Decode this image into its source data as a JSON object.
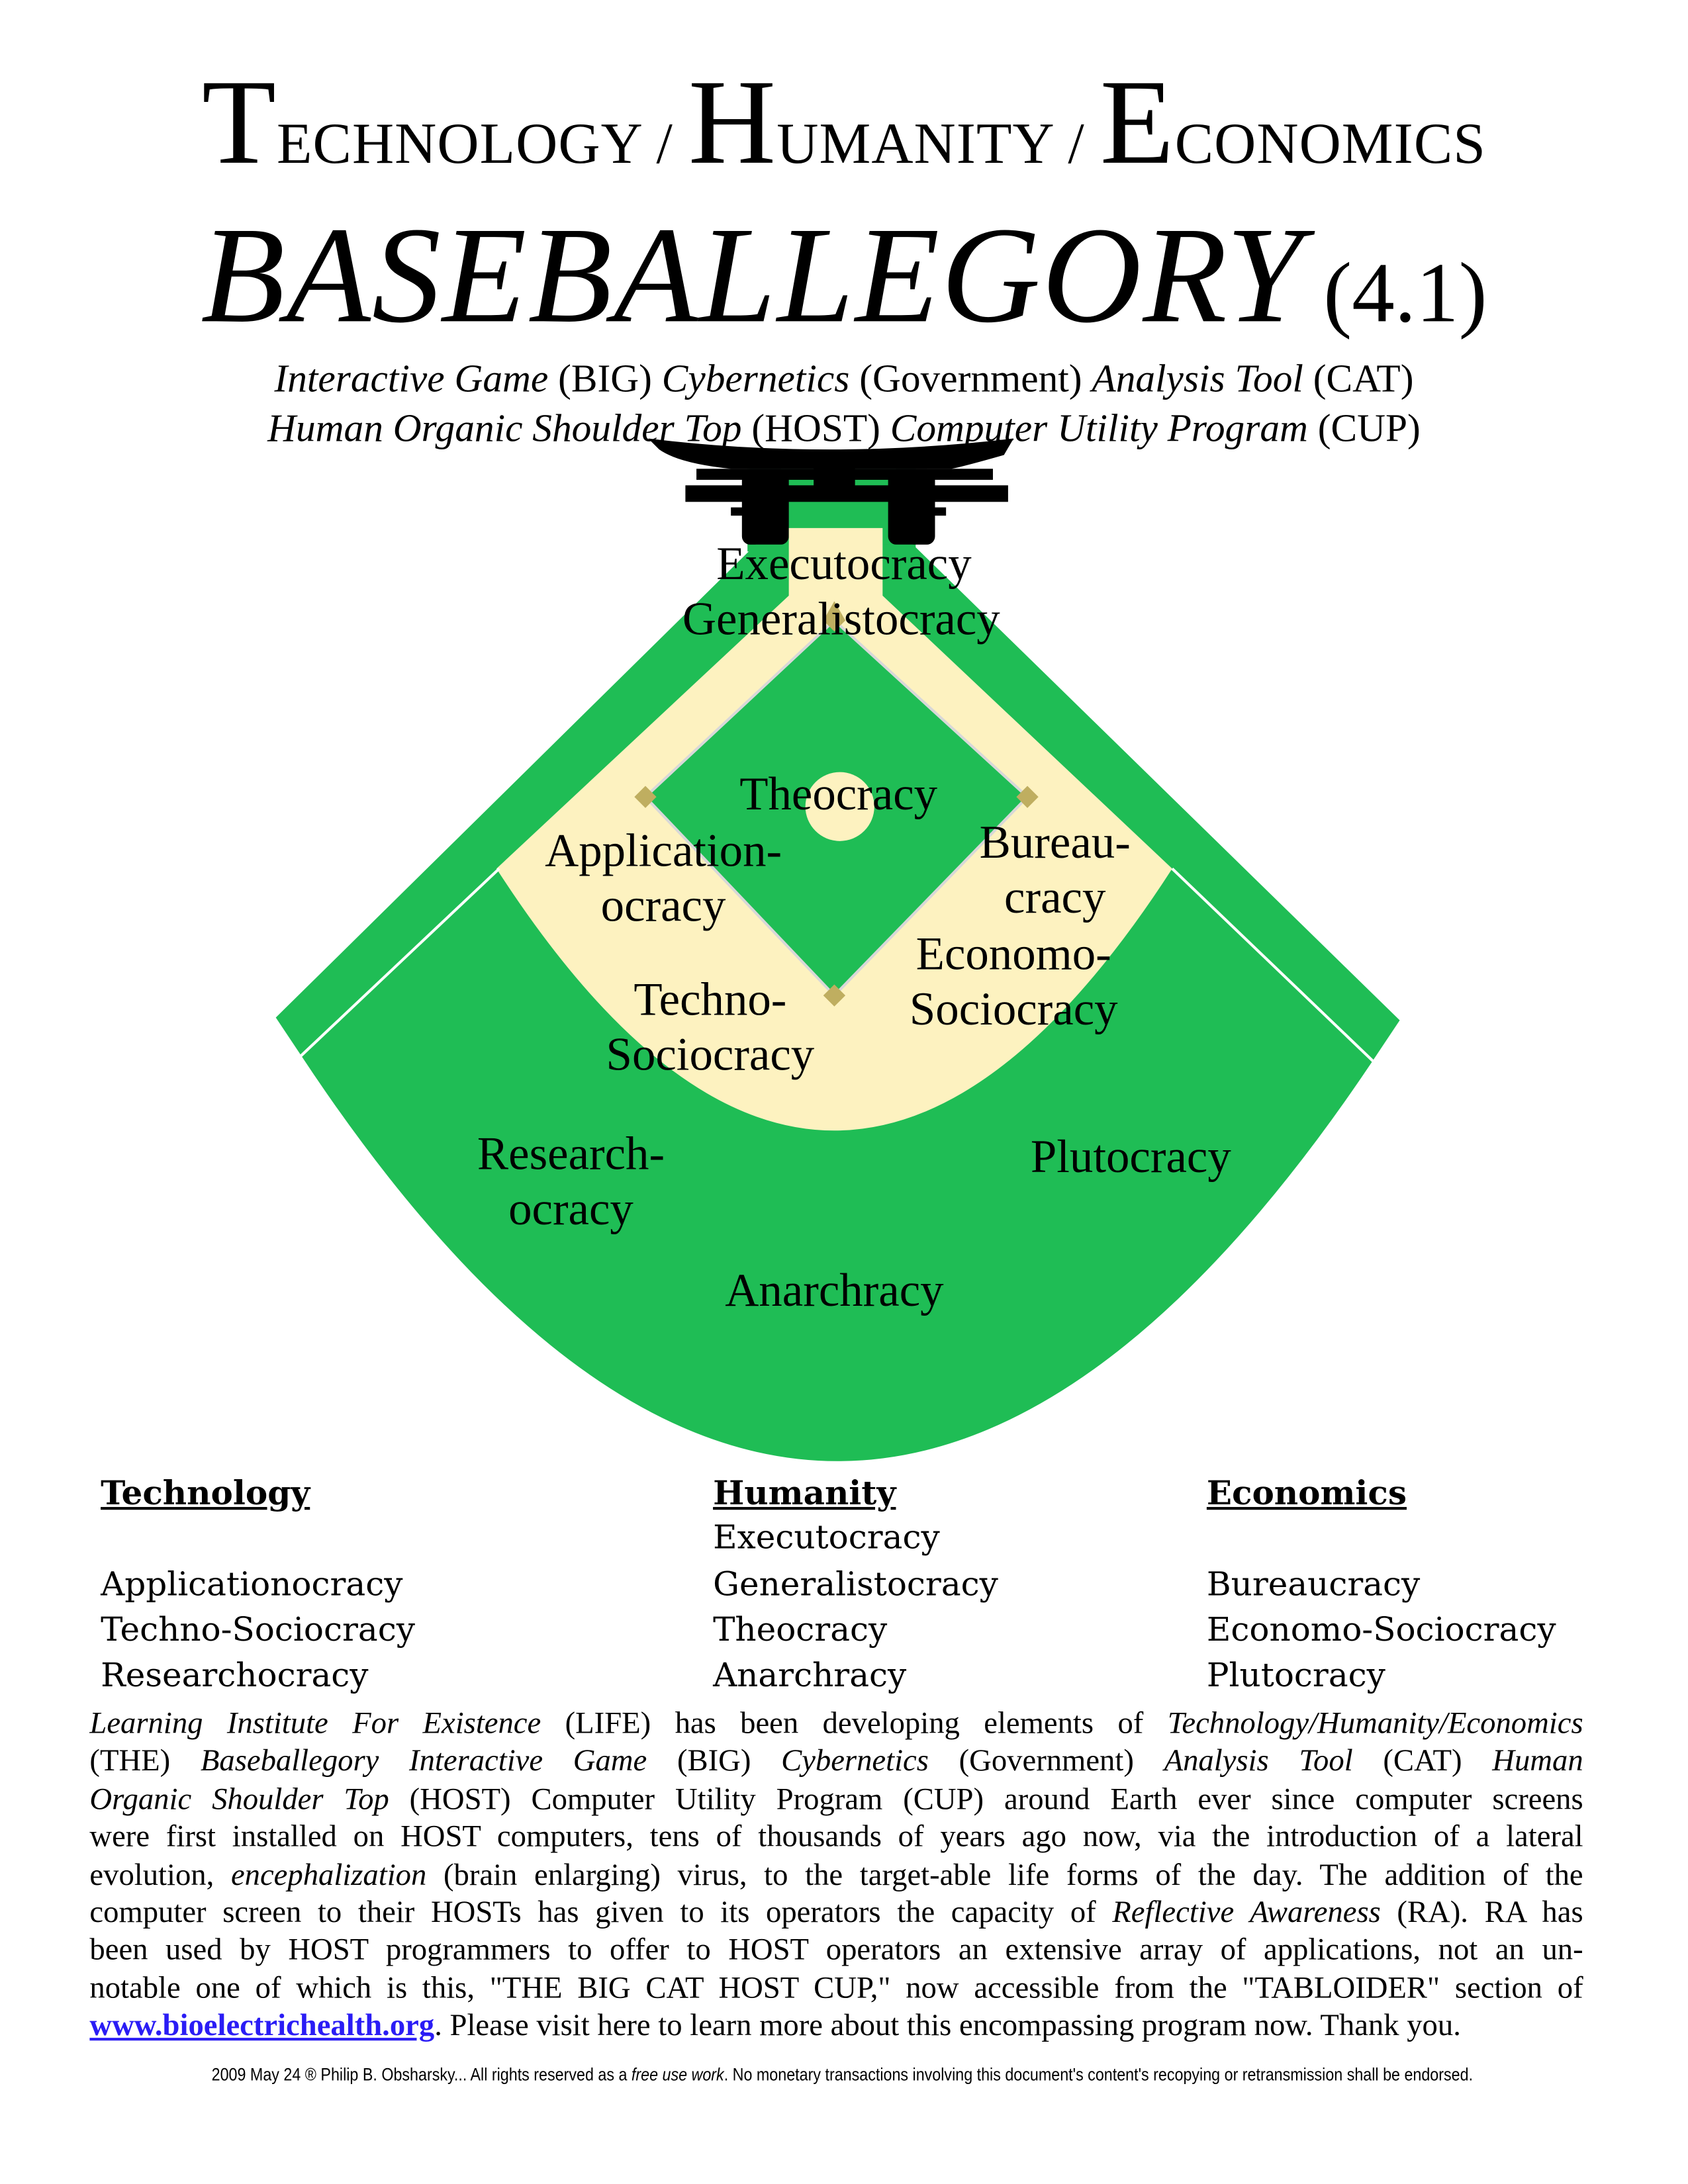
{
  "title": {
    "words": [
      {
        "initial": "T",
        "rest": "ECHNOLOGY"
      },
      {
        "initial": "H",
        "rest": "UMANITY"
      },
      {
        "initial": "E",
        "rest": "CONOMICS"
      }
    ],
    "separator": "/",
    "main": "BASEBALLEGORY",
    "version": "(4.1)"
  },
  "subtitle": {
    "line1": [
      {
        "t": "Interactive Game ",
        "i": true
      },
      {
        "t": " (BIG) "
      },
      {
        "t": "Cybernetics",
        "i": true
      },
      {
        "t": " (Government) "
      },
      {
        "t": "Analysis Tool",
        "i": true
      },
      {
        "t": " (CAT)"
      }
    ],
    "line2": [
      {
        "t": "Human Organic Shoulder Top",
        "i": true
      },
      {
        "t": " (HOST) "
      },
      {
        "t": "Computer Utility Program",
        "i": true
      },
      {
        "t": " (CUP)"
      }
    ]
  },
  "field_labels": {
    "executocracy": "Executocracy",
    "generalistocracy": "Generalistocracy",
    "theocracy": "Theocracy",
    "application_1": "Application-",
    "application_2": "ocracy",
    "bureau_1": "Bureau-",
    "bureau_2": "cracy",
    "economo_1": "Economo-",
    "economo_2": "Sociocracy",
    "techno_1": "Techno-",
    "techno_2": "Sociocracy",
    "research_1": "Research-",
    "research_2": "ocracy",
    "plutocracy": "Plutocracy",
    "anarchracy": "Anarchracy"
  },
  "colors": {
    "grass": "#1fbd55",
    "dirt": "#fdf2c0",
    "base": "#bfae60",
    "link": "#2a1cf5"
  },
  "columns": [
    {
      "heading": "Technology",
      "items": [
        "",
        "Applicationocracy",
        "Techno-Sociocracy",
        "Researchocracy"
      ]
    },
    {
      "heading": "Humanity",
      "items": [
        "Executocracy",
        "Generalistocracy",
        "Theocracy",
        "Anarchracy"
      ]
    },
    {
      "heading": "Economics",
      "items": [
        "",
        "Bureaucracy",
        "Economo-Sociocracy",
        "Plutocracy"
      ]
    }
  ],
  "paragraph": [
    [
      {
        "t": "Learning Institute For Existence",
        "i": true
      },
      {
        "t": " (LIFE) has been developing elements of "
      },
      {
        "t": "Technology/Humanity/Economics",
        "i": true
      }
    ],
    [
      {
        "t": "(THE) "
      },
      {
        "t": "Baseballegory Interactive Game",
        "i": true
      },
      {
        "t": " (BIG) "
      },
      {
        "t": "Cybernetics",
        "i": true
      },
      {
        "t": " (Government) "
      },
      {
        "t": "Analysis Tool",
        "i": true
      },
      {
        "t": " (CAT) "
      },
      {
        "t": "Human",
        "i": true
      }
    ],
    [
      {
        "t": "Organic Shoulder Top",
        "i": true
      },
      {
        "t": " (HOST) Computer Utility Program (CUP) around Earth ever since computer screens"
      }
    ],
    [
      {
        "t": "were first installed on HOST computers, tens of thousands of years ago now, via the introduction of a lateral"
      }
    ],
    [
      {
        "t": "evolution, "
      },
      {
        "t": "encephalization",
        "i": true
      },
      {
        "t": " (brain enlarging) virus, to the target-able life forms of the day. The addition of the"
      }
    ],
    [
      {
        "t": "computer screen to their HOSTs has given to its operators the capacity of "
      },
      {
        "t": "Reflective Awareness",
        "i": true
      },
      {
        "t": " (RA). RA has"
      }
    ],
    [
      {
        "t": "been used by HOST programmers to offer to HOST operators an extensive array of applications, not an un-"
      }
    ],
    [
      {
        "t": "notable one of which is this, \"THE BIG CAT HOST CUP,\" now accessible from the \"TABLOIDER\" section of"
      }
    ],
    [
      {
        "t": "www.bioelectrichealth.org",
        "link": true
      },
      {
        "t": ". Please visit here to learn more about this encompassing program now. Thank you."
      }
    ]
  ],
  "footer": [
    {
      "t": "2009 May 24 ® Philip B. Obsharsky... All rights reserved as a "
    },
    {
      "t": "free use work",
      "i": true
    },
    {
      "t": ". No monetary transactions involving this document's content's recopying or retransmission shall be endorsed."
    }
  ]
}
